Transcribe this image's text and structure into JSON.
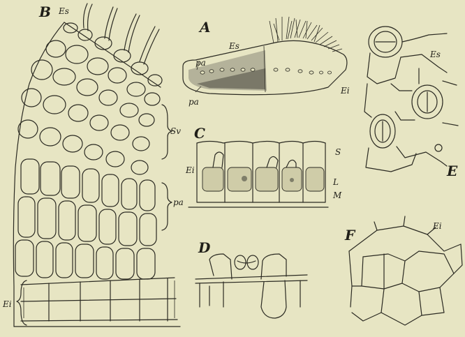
{
  "panels": {
    "A": {
      "letter": "A",
      "labels": {
        "es": "Es",
        "ei": "Ei",
        "pa_top": "pa",
        "pa_bottom": "pa"
      }
    },
    "B": {
      "letter": "B",
      "labels": {
        "es": "Es",
        "sv": "Sv",
        "pa": "pa",
        "ei": "Ei"
      }
    },
    "C": {
      "letter": "C",
      "labels": {
        "ei": "Ei",
        "s": "S",
        "l": "L",
        "m": "M"
      }
    },
    "D": {
      "letter": "D"
    },
    "E": {
      "letter": "E",
      "labels": {
        "es": "Es"
      }
    },
    "F": {
      "letter": "F",
      "labels": {
        "ei": "Ei"
      }
    }
  }
}
